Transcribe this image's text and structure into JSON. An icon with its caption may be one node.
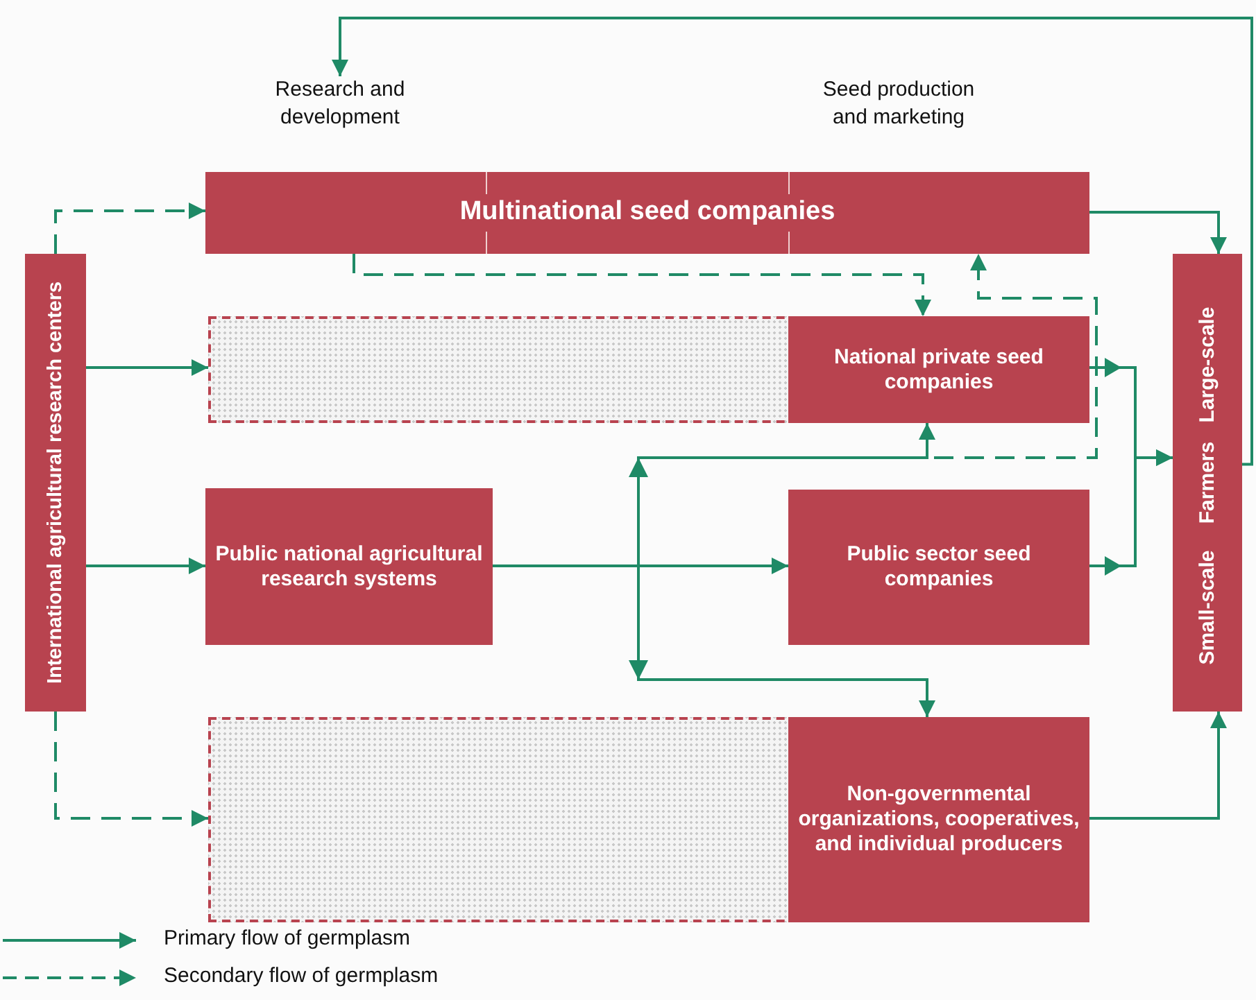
{
  "diagram": {
    "nodes": [
      {
        "text": [
          "International agricultural research centers"
        ]
      },
      {
        "text": [
          "Multinational seed companies"
        ]
      },
      {
        "text": [
          "National private seed companies"
        ]
      },
      {
        "text": [
          "Public national agricultural research systems"
        ]
      },
      {
        "text": [
          "Public sector seed companies"
        ]
      },
      {
        "text": [
          "Non-governmental organizations, cooperatives, and individual producers"
        ]
      },
      {
        "text": [
          "Large-scale",
          "Farmers",
          "Small-scale"
        ]
      },
      {
        "text": [
          "Research and development"
        ]
      }
    ],
    "edges": [
      {
        "from": 0,
        "to": 1,
        "arrow": "to",
        "style": "dashed"
      },
      {
        "from": 0,
        "to": 2,
        "arrow": "to"
      },
      {
        "from": 0,
        "to": 3,
        "arrow": "to"
      },
      {
        "from": 0,
        "to": 5,
        "arrow": "to",
        "style": "dashed"
      },
      {
        "from": 1,
        "to": 2,
        "arrow": "to",
        "style": "dashed"
      },
      {
        "from": 1,
        "to": 6,
        "arrow": "to"
      },
      {
        "from": 3,
        "to": 4,
        "arrow": "to"
      },
      {
        "from": 3,
        "to": 2,
        "arrow": "to"
      },
      {
        "from": 3,
        "to": 5,
        "arrow": "to"
      },
      {
        "from": 3,
        "to": 1,
        "arrow": "to",
        "style": "dashed"
      },
      {
        "from": 2,
        "to": 6,
        "arrow": "to"
      },
      {
        "from": 4,
        "to": 6,
        "arrow": "to"
      },
      {
        "from": 5,
        "to": 6,
        "arrow": "to"
      },
      {
        "from": 6,
        "to": 7,
        "arrow": "to"
      }
    ],
    "labels": [
      "Seed production and marketing"
    ],
    "legend": [
      {
        "text": "Primary flow of germplasm"
      },
      {
        "text": "Secondary flow of germplasm"
      }
    ]
  }
}
